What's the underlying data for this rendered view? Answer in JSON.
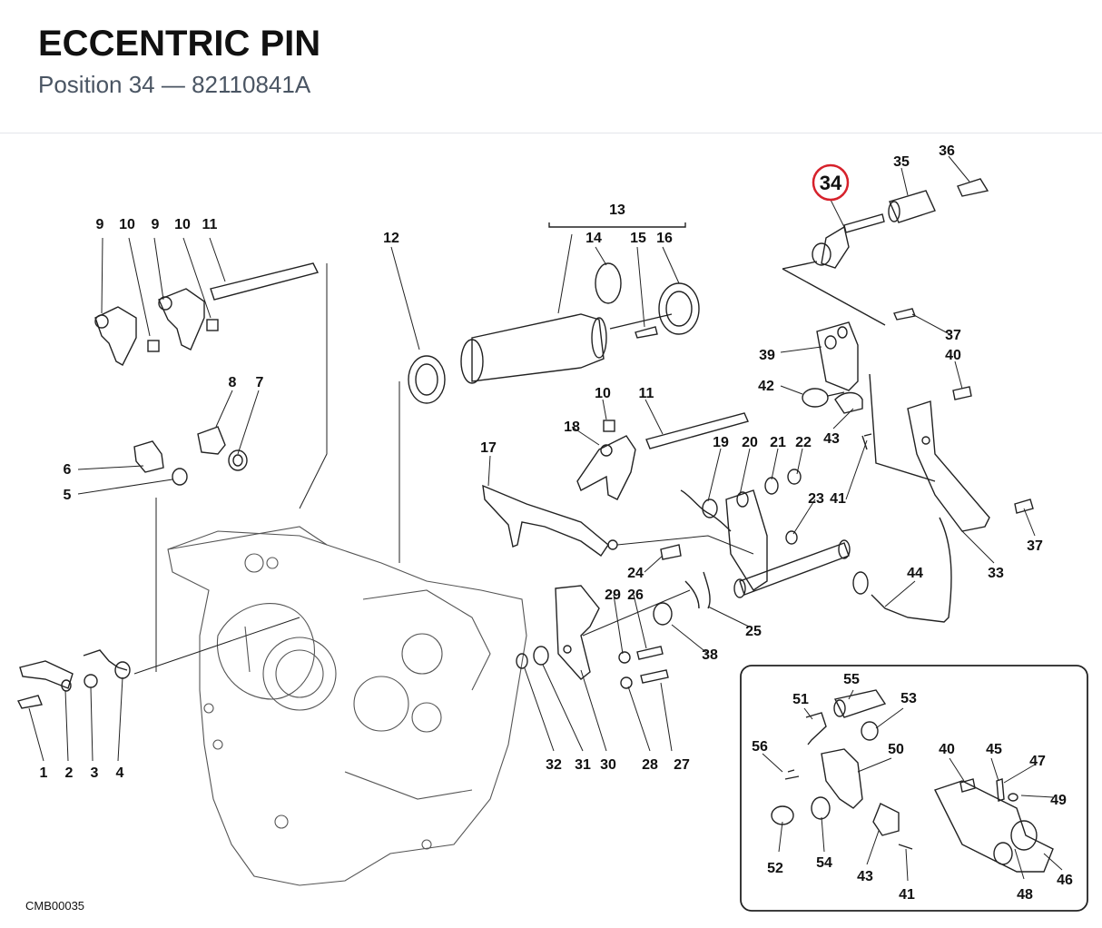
{
  "header": {
    "title": "ECCENTRIC PIN",
    "subtitle": "Position 34 — 82110841A"
  },
  "diagram": {
    "highlighted_label": "34",
    "highlight_color": "#d6212b",
    "drawing_code": "CMB00035",
    "labels": [
      "1",
      "2",
      "3",
      "4",
      "5",
      "6",
      "7",
      "8",
      "9",
      "10",
      "9",
      "10",
      "11",
      "12",
      "13",
      "14",
      "15",
      "16",
      "17",
      "18",
      "10",
      "11",
      "19",
      "20",
      "21",
      "22",
      "23",
      "24",
      "25",
      "26",
      "27",
      "28",
      "29",
      "30",
      "31",
      "32",
      "33",
      "35",
      "36",
      "37",
      "37",
      "38",
      "39",
      "40",
      "41",
      "42",
      "43",
      "44",
      "40",
      "41",
      "43",
      "45",
      "46",
      "47",
      "48",
      "49",
      "50",
      "51",
      "52",
      "53",
      "54",
      "55",
      "56"
    ]
  }
}
